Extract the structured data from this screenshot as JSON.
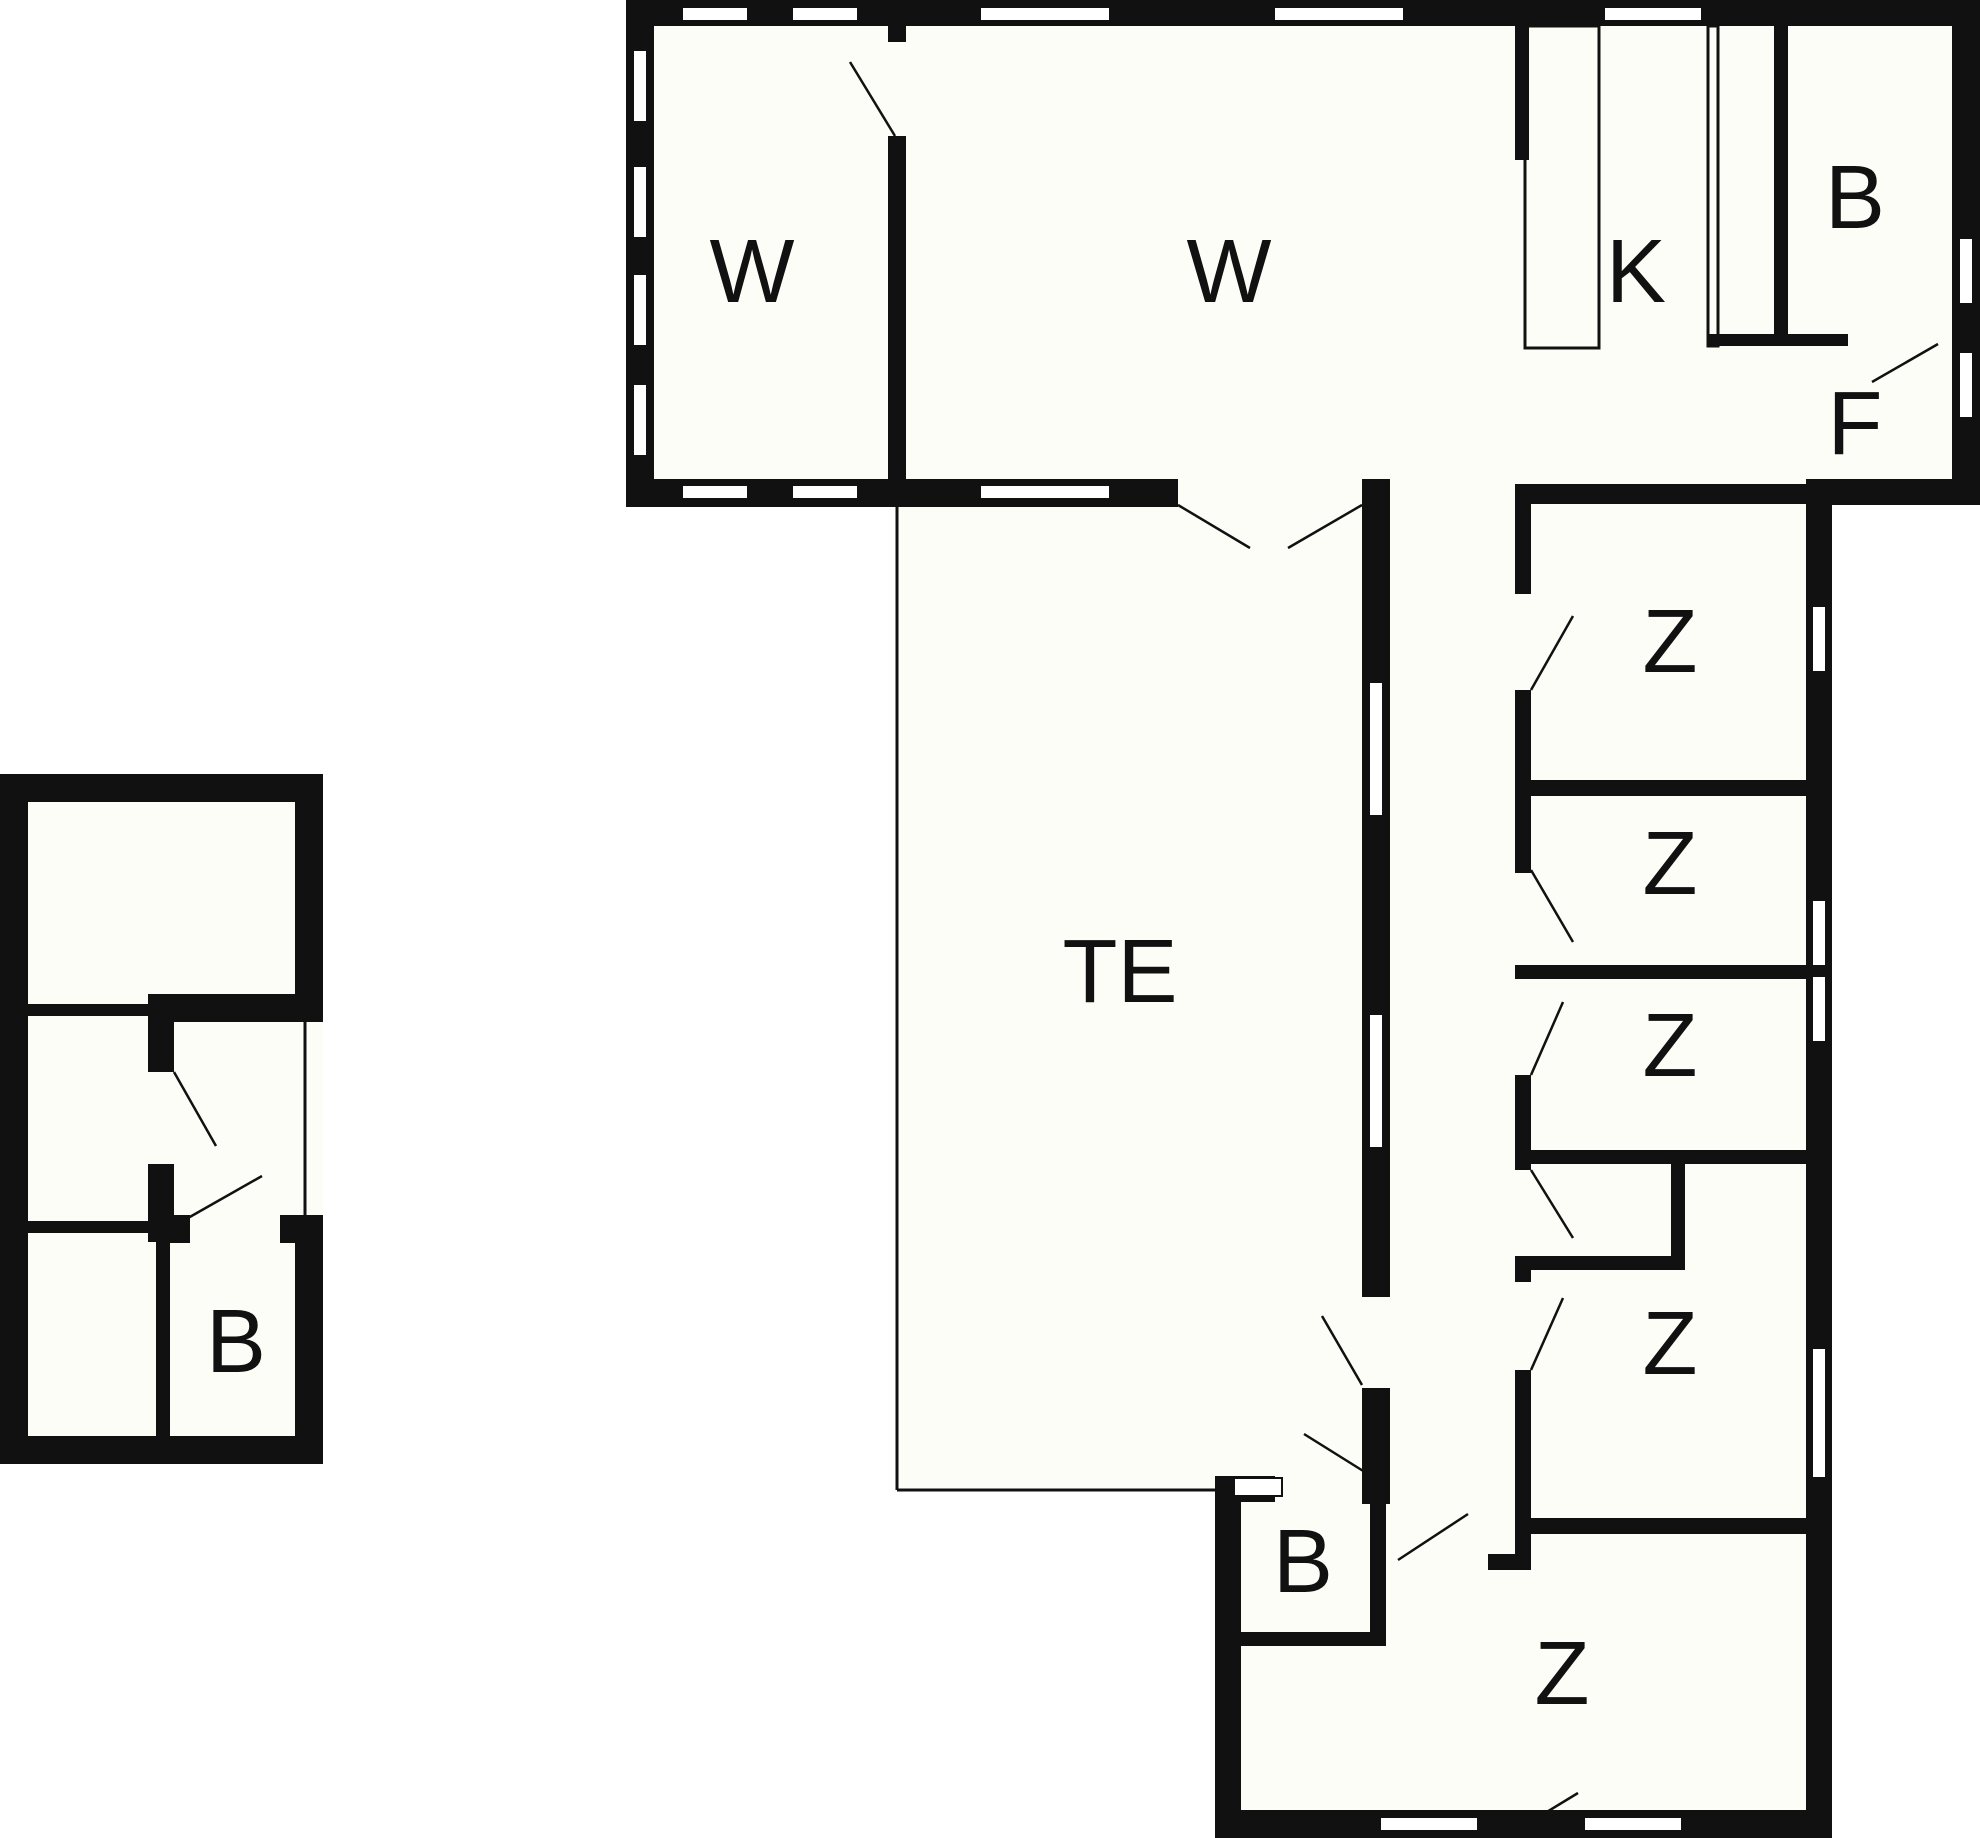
{
  "colors": {
    "wall": "#111111",
    "floor": "#fdfdf8",
    "background": "#ffffff"
  },
  "rooms": [
    {
      "id": "w-left",
      "label": "W"
    },
    {
      "id": "w-main",
      "label": "W"
    },
    {
      "id": "k",
      "label": "K"
    },
    {
      "id": "b-top",
      "label": "B"
    },
    {
      "id": "f",
      "label": "F"
    },
    {
      "id": "te",
      "label": "TE"
    },
    {
      "id": "z1",
      "label": "Z"
    },
    {
      "id": "z2",
      "label": "Z"
    },
    {
      "id": "z3",
      "label": "Z"
    },
    {
      "id": "z4",
      "label": "Z"
    },
    {
      "id": "b-mid",
      "label": "B"
    },
    {
      "id": "z5",
      "label": "Z"
    },
    {
      "id": "b-annex",
      "label": "B"
    }
  ]
}
